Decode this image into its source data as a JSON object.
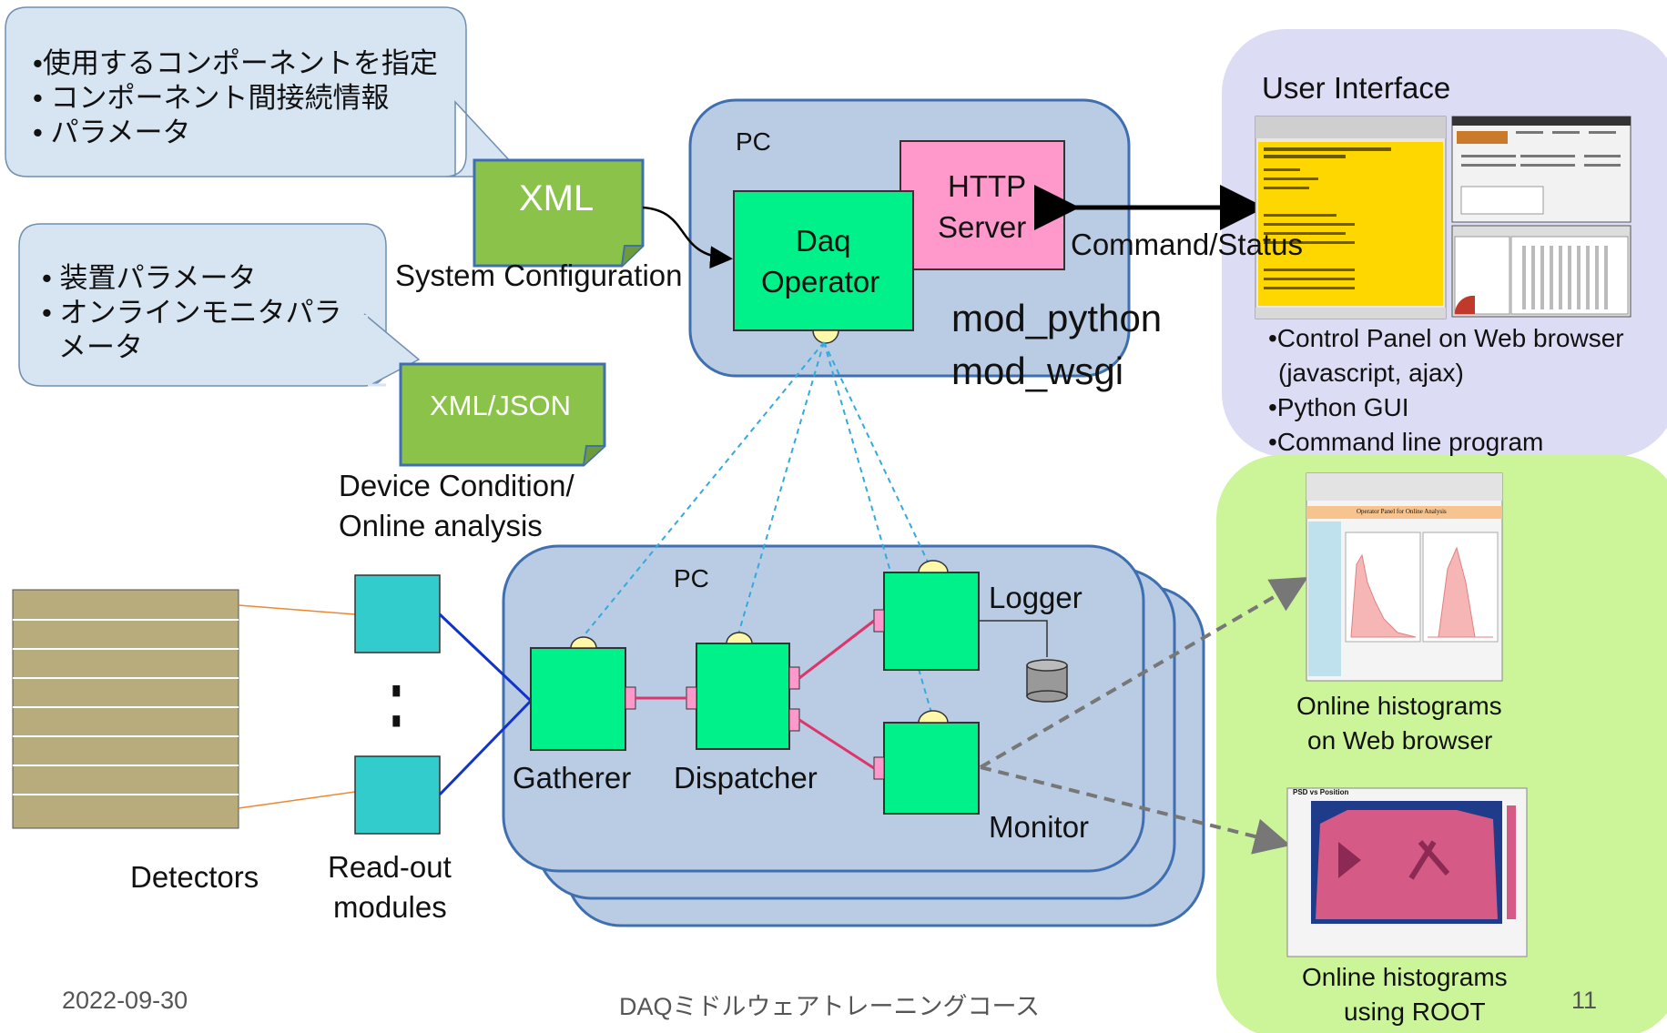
{
  "callout_top": {
    "lines": [
      "•使用するコンポーネントを指定",
      "• コンポーネント間接続情報",
      "• パラメータ"
    ]
  },
  "callout_mid": {
    "lines": [
      "• 装置パラメータ",
      "• オンラインモニタパラ",
      "メータ"
    ]
  },
  "docs": {
    "xml": "XML",
    "xml_caption": "System Configuration",
    "xmljson": "XML/JSON",
    "xmljson_caption": [
      "Device Condition/",
      "Online analysis"
    ]
  },
  "pc_top": {
    "label": "PC",
    "http_server": [
      "HTTP",
      "Server"
    ],
    "daq_operator": [
      "Daq",
      "Operator"
    ],
    "modules": [
      "mod_python",
      "mod_wsgi"
    ],
    "command_status": "Command/Status"
  },
  "user_interface": {
    "title": "User Interface",
    "bullets": [
      "•Control Panel on Web browser",
      "(javascript, ajax)",
      "•Python GUI",
      "•Command line program"
    ]
  },
  "pc_bottom": {
    "label": "PC",
    "components": {
      "gatherer": "Gatherer",
      "dispatcher": "Dispatcher",
      "logger": "Logger",
      "monitor": "Monitor"
    }
  },
  "readout": {
    "ellipsis": ":",
    "caption": [
      "Read-out",
      "modules"
    ]
  },
  "detectors": {
    "caption": "Detectors"
  },
  "online": {
    "web_caption": [
      "Online histograms",
      "on Web browser"
    ],
    "root_caption": [
      "Online histograms",
      "using ROOT"
    ],
    "web_panel_title": "Operator Panel for Online Analysis",
    "root_panel_title": "PSD vs Position"
  },
  "footer": {
    "date": "2022-09-30",
    "title": "DAQミドルウェアトレーニングコース",
    "page": "11"
  },
  "colors": {
    "component_green": "#00f08a",
    "http_pink": "#ff99cc",
    "pc_blue": "#b9cce4",
    "ui_lavender": "#dcdcf4",
    "online_green": "#ccf59a",
    "doc_green": "#8bc34a",
    "readout_cyan": "#33cccc",
    "link_pink": "#e0336a",
    "link_dotted": "#33aadd"
  }
}
